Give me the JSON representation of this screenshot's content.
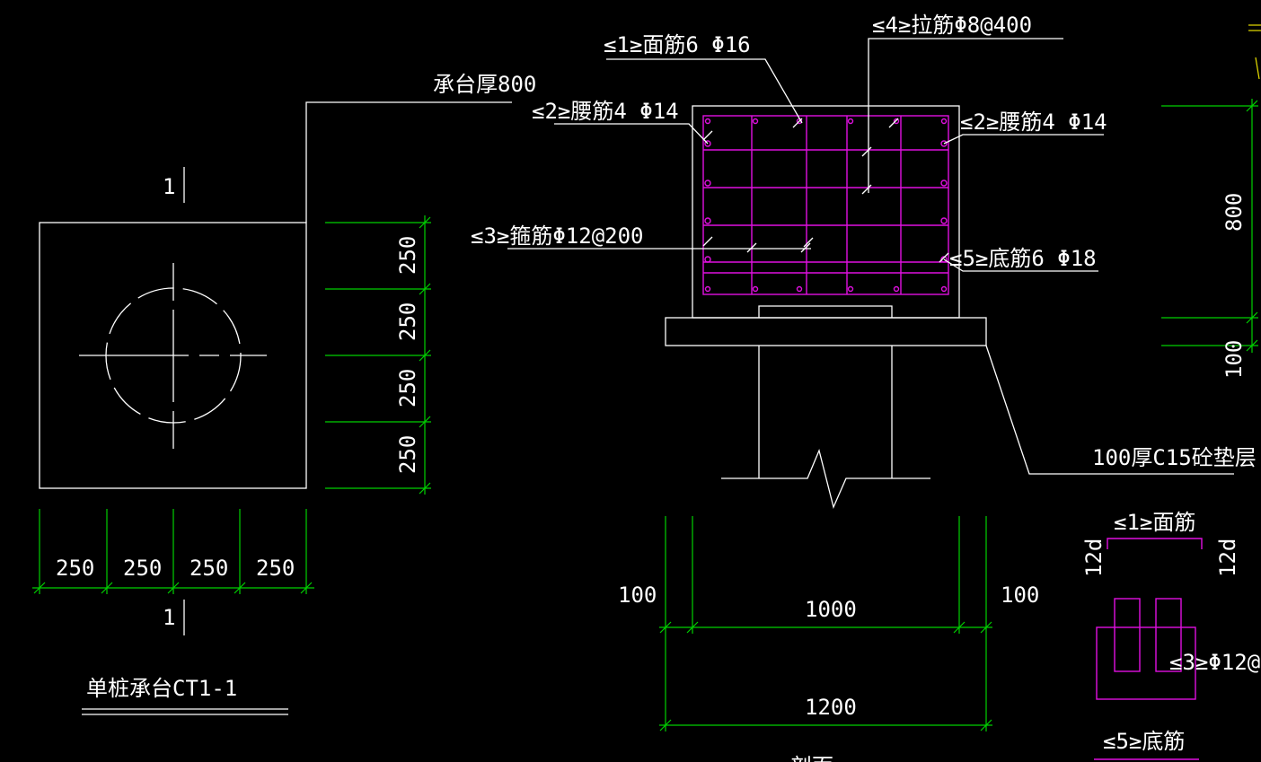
{
  "plan": {
    "title": "单桩承台CT1-1",
    "thickness_note": "承台厚800",
    "section_mark": "1",
    "dims_h": [
      "250",
      "250",
      "250",
      "250"
    ],
    "dims_v": [
      "250",
      "250",
      "250",
      "250"
    ]
  },
  "section": {
    "label_top_bars": "≤1≥面筋6 Φ16",
    "label_ties": "≤4≥拉筋Φ8@400",
    "label_waist_left": "≤2≥腰筋4 Φ14",
    "label_waist_right": "≤2≥腰筋4 Φ14",
    "label_stirrups": "≤3≥箍筋Φ12@200",
    "label_bottom_bars": "≤5≥底筋6 Φ18",
    "label_bedding": "100厚C15砼垫层",
    "dim_side_left": "100",
    "dim_middle": "1000",
    "dim_side_right": "100",
    "dim_total": "1200",
    "dim_height": "800",
    "dim_bedding": "100",
    "caption_partial": "剖面"
  },
  "details": {
    "top_bar_label": "≤1≥面筋",
    "hook_left": "12d",
    "hook_right": "12d",
    "stirrup_label": "≤3≥Φ12@",
    "bottom_bar_label": "≤5≥底筋"
  },
  "colors": {
    "background": "#000000",
    "outline": "#ffffff",
    "dimension": "#00d000",
    "rebar": "#e010e0",
    "note": "#e8e000"
  }
}
